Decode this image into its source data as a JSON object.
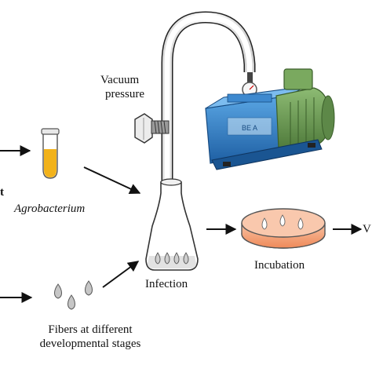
{
  "labels": {
    "vacuum_line1": "Vacuum",
    "vacuum_line2": "pressure",
    "agrobacterium": "Agrobacterium",
    "infection": "Infection",
    "incubation": "Incubation",
    "fibers_line1": "Fibers at different",
    "fibers_line2": "developmental stages",
    "cut_left_letter": "t",
    "cut_right_letter": "V"
  },
  "pump_plate_text": "BE A",
  "colors": {
    "culture_yellow": "#f2b21a",
    "pump_blue": "#2f7fc8",
    "motor_green": "#6f9c57",
    "dish_orange": "#f4a57c",
    "seed_grey": "#c6c6c6",
    "line_black": "#111111"
  }
}
